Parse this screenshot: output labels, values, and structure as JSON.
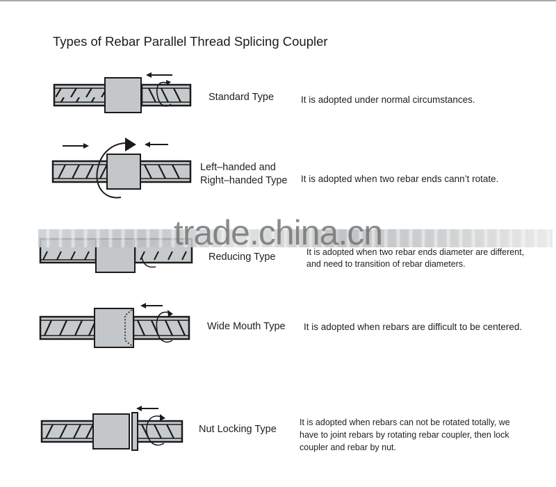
{
  "title": "Types of Rebar Parallel Thread Splicing Coupler",
  "watermark": "trade.china.cn",
  "colors": {
    "rebar_fill": "#c6cacc",
    "coupler_fill": "#c3c7c9",
    "outline": "#1a1a1a",
    "text": "#1e1e1e"
  },
  "types": [
    {
      "name": "Standard Type",
      "description": [
        "It is adopted under normal circumstances."
      ]
    },
    {
      "name_lines": [
        "Left–handed and",
        "Right–handed Type"
      ],
      "description": [
        "It is adopted when two rebar ends cann’t rotate."
      ]
    },
    {
      "name": "Reducing Type",
      "description": [
        "It is adopted when two rebar ends diameter are different,",
        "and need to transition of rebar diameters."
      ]
    },
    {
      "name": "Wide Mouth Type",
      "description": [
        "It is adopted when rebars are difficult to be centered."
      ]
    },
    {
      "name": "Nut Locking Type",
      "description": [
        "It is adopted when rebars can not be rotated totally, we",
        "have to joint rebars by rotating rebar coupler, then lock",
        "coupler and rebar by nut."
      ]
    }
  ]
}
